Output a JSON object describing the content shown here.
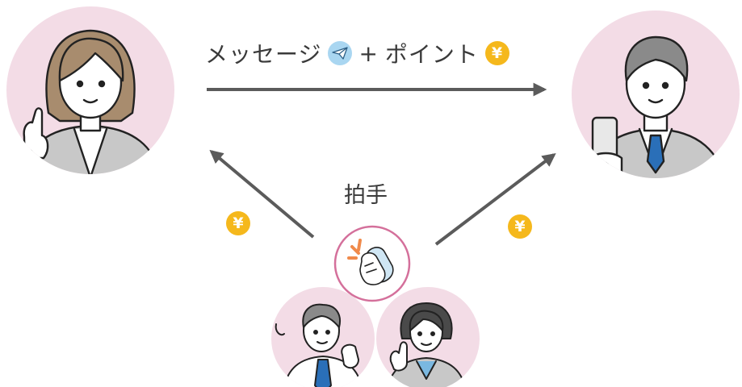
{
  "message_flow": {
    "part1": "メッセージ",
    "plus": "+",
    "part2": "ポイント",
    "plane_icon": "paper-plane-icon",
    "coin_symbol": "¥"
  },
  "clap": {
    "label": "拍手",
    "icon": "clapping-hands-icon"
  },
  "coins": {
    "left_symbol": "¥",
    "right_symbol": "¥"
  },
  "colors": {
    "avatar_bg": "#f3dce6",
    "arrow": "#5b5b5b",
    "coin": "#f5b81c",
    "clap_ring": "#d4709b",
    "plane_badge": "#a9d6f1",
    "tie": "#2a6fb8"
  }
}
